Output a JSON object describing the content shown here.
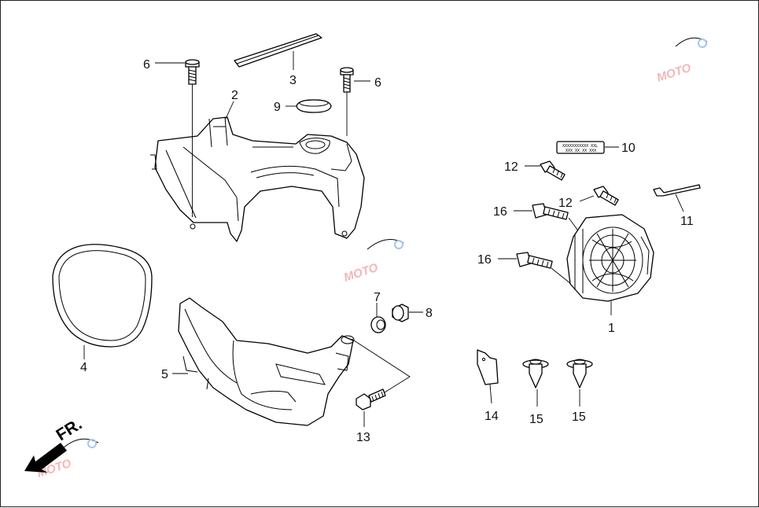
{
  "watermark": {
    "text": "MOTO",
    "color": "#e98c8c"
  },
  "direction": {
    "label": "FR."
  },
  "callouts": [
    {
      "id": "1",
      "label": "1"
    },
    {
      "id": "2",
      "label": "2"
    },
    {
      "id": "3",
      "label": "3"
    },
    {
      "id": "4",
      "label": "4"
    },
    {
      "id": "5",
      "label": "5"
    },
    {
      "id": "6a",
      "label": "6"
    },
    {
      "id": "6b",
      "label": "6"
    },
    {
      "id": "7",
      "label": "7"
    },
    {
      "id": "8",
      "label": "8"
    },
    {
      "id": "9",
      "label": "9"
    },
    {
      "id": "10",
      "label": "10"
    },
    {
      "id": "11",
      "label": "11"
    },
    {
      "id": "12a",
      "label": "12"
    },
    {
      "id": "12b",
      "label": "12"
    },
    {
      "id": "13",
      "label": "13"
    },
    {
      "id": "14",
      "label": "14"
    },
    {
      "id": "15a",
      "label": "15"
    },
    {
      "id": "15b",
      "label": "15"
    },
    {
      "id": "16a",
      "label": "16"
    },
    {
      "id": "16b",
      "label": "16"
    }
  ]
}
